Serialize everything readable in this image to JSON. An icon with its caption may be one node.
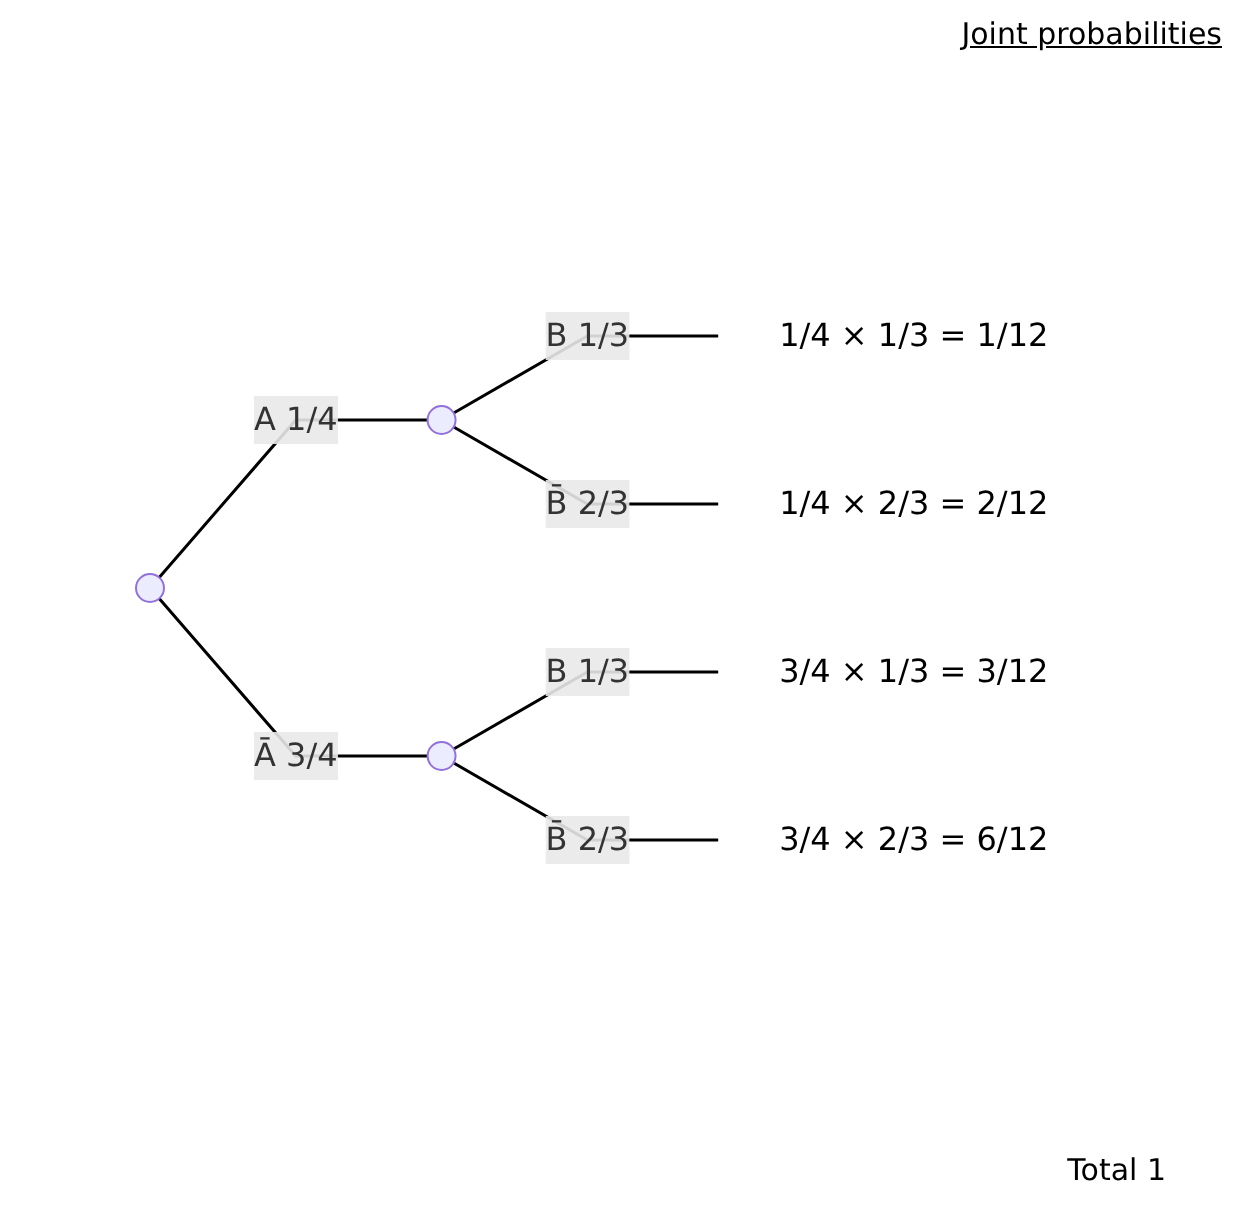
{
  "diagram": {
    "nodes": [
      {
        "text": [],
        "shape": "point"
      },
      {
        "text": [],
        "shape": "point"
      },
      {
        "text": [],
        "shape": "point"
      },
      {
        "text": [
          "1/4 × 1/3 = 1/12"
        ]
      },
      {
        "text": [
          "1/4 × 2/3 = 2/12"
        ]
      },
      {
        "text": [
          "3/4 × 1/3 = 3/12"
        ]
      },
      {
        "text": [
          "3/4 × 2/3 = 6/12"
        ]
      }
    ],
    "edges": [
      {
        "from": 0,
        "to": 1,
        "arrow": "none",
        "label": "A 1/4"
      },
      {
        "from": 0,
        "to": 2,
        "arrow": "none",
        "label": "Ā 3/4"
      },
      {
        "from": 1,
        "to": 3,
        "arrow": "none",
        "label": "B 1/3"
      },
      {
        "from": 1,
        "to": 4,
        "arrow": "none",
        "label": "B̄ 2/3"
      },
      {
        "from": 2,
        "to": 5,
        "arrow": "none",
        "label": "B 1/3"
      },
      {
        "from": 2,
        "to": 6,
        "arrow": "none",
        "label": "B̄ 2/3"
      }
    ],
    "labels": [
      "Joint probabilities",
      "Total 1"
    ]
  }
}
